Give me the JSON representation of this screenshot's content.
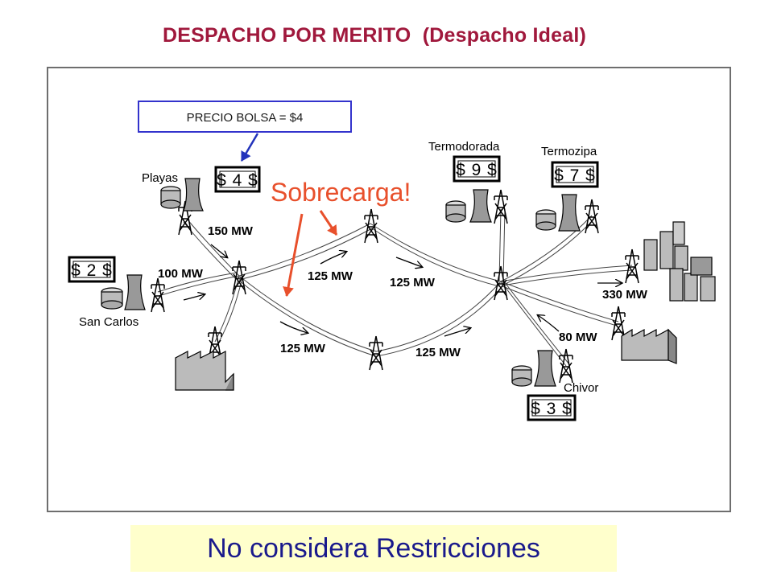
{
  "title": "DESPACHO POR MERITO  (Despacho Ideal)",
  "callout": "PRECIO BOLSA = $4",
  "overload_label": "Sobrecarga!",
  "plants": {
    "playas": {
      "name": "Playas",
      "price": "$ 4 $"
    },
    "san_carlos": {
      "name": "San Carlos",
      "price": "$ 2 $"
    },
    "termodorada": {
      "name": "Termodorada",
      "price": "$ 9 $"
    },
    "termozipa": {
      "name": "Termozipa",
      "price": "$ 7 $"
    },
    "chivor": {
      "name": "Chivor",
      "price": "$ 3 $"
    }
  },
  "flows": {
    "playas": "150 MW",
    "san_carlos": "100 MW",
    "upper_left": "125 MW",
    "upper_right": "125 MW",
    "lower_left": "125 MW",
    "lower_right": "125 MW",
    "city": "330 MW",
    "chivor": "80 MW"
  },
  "footer": "No considera Restricciones",
  "colors": {
    "title": "#a0183c",
    "overload": "#e8502c",
    "callout_border": "#3333cc",
    "footer_bg": "#ffffcc"
  }
}
